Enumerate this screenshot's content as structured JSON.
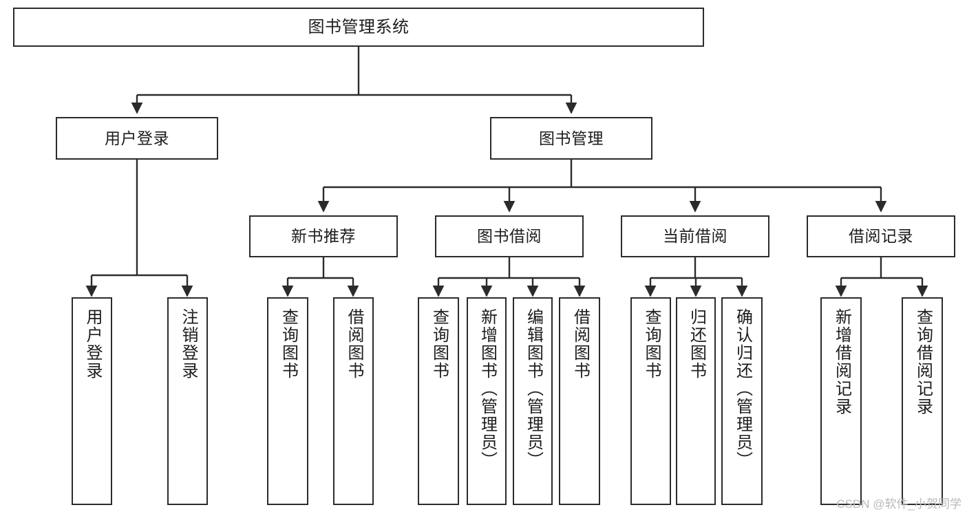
{
  "diagram": {
    "title": "图书管理系统",
    "type": "tree",
    "orientation": "top-down",
    "colors": {
      "box_border": "#2b2b2b",
      "box_fill": "#ffffff",
      "connector": "#2b2b2b",
      "text": "#1d1d1d",
      "watermark": "#b9b9b9",
      "background": "#ffffff"
    },
    "nodes": {
      "root": {
        "label": "图书管理系统",
        "level": 1
      },
      "level2": [
        {
          "id": "user-login",
          "label": "用户登录",
          "level": 2
        },
        {
          "id": "book-management",
          "label": "图书管理",
          "level": 2
        }
      ],
      "level3": [
        {
          "id": "new-book-recommend",
          "label": "新书推荐",
          "level": 3,
          "parent": "book-management"
        },
        {
          "id": "book-borrow",
          "label": "图书借阅",
          "level": 3,
          "parent": "book-management"
        },
        {
          "id": "current-borrow",
          "label": "当前借阅",
          "level": 3,
          "parent": "book-management"
        },
        {
          "id": "borrow-record",
          "label": "借阅记录",
          "level": 3,
          "parent": "book-management"
        }
      ],
      "leaves": [
        {
          "id": "leaf-user-login",
          "label": "用户登录",
          "parent": "user-login"
        },
        {
          "id": "leaf-user-logout",
          "label": "注销登录",
          "parent": "user-login"
        },
        {
          "id": "leaf-query-book-1",
          "label": "查询图书",
          "parent": "new-book-recommend"
        },
        {
          "id": "leaf-borrow-book-1",
          "label": "借阅图书",
          "parent": "new-book-recommend"
        },
        {
          "id": "leaf-query-book-2",
          "label": "查询图书",
          "parent": "book-borrow"
        },
        {
          "id": "leaf-add-book",
          "label": "新增图书（管理员）",
          "parent": "book-borrow"
        },
        {
          "id": "leaf-edit-book",
          "label": "编辑图书（管理员）",
          "parent": "book-borrow"
        },
        {
          "id": "leaf-borrow-book-2",
          "label": "借阅图书",
          "parent": "book-borrow"
        },
        {
          "id": "leaf-query-book-3",
          "label": "查询图书",
          "parent": "current-borrow"
        },
        {
          "id": "leaf-return-book",
          "label": "归还图书",
          "parent": "current-borrow"
        },
        {
          "id": "leaf-confirm-return",
          "label": "确认归还（管理员）",
          "parent": "current-borrow"
        },
        {
          "id": "leaf-add-record",
          "label": "新增借阅记录",
          "parent": "borrow-record"
        },
        {
          "id": "leaf-query-record",
          "label": "查询借阅记录",
          "parent": "borrow-record"
        }
      ]
    }
  },
  "watermark": {
    "text": "CSDN @软件_小贺同学"
  }
}
